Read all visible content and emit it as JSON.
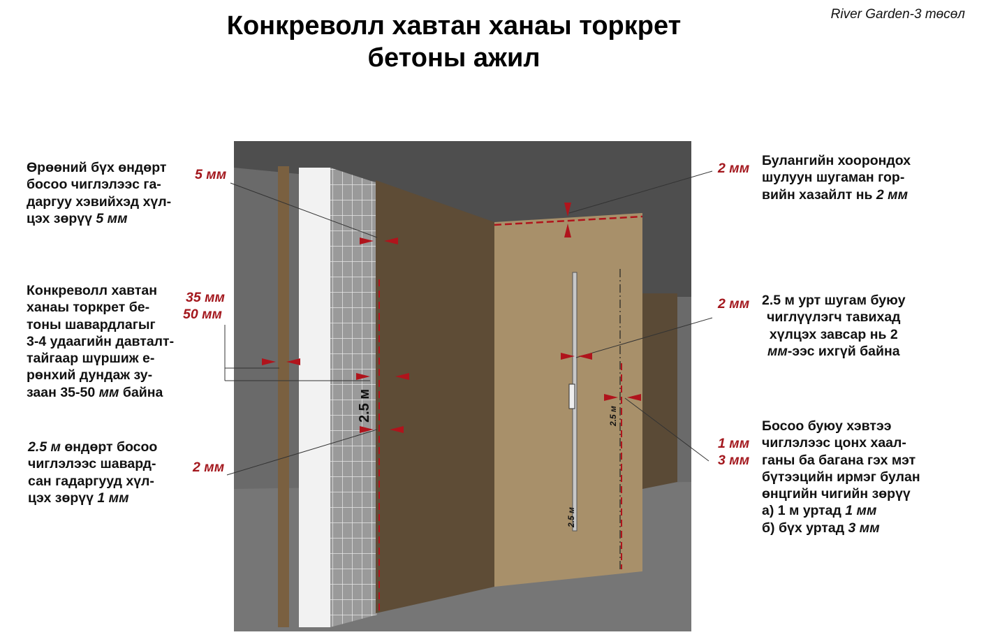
{
  "title": {
    "line1": "Конкреволл хавтан ханаы торкрет",
    "line2": "бетоны ажил"
  },
  "project": "River Garden-3 төсөл",
  "left_notes": [
    {
      "lines": [
        "Өрөөний бүх өндөрт",
        "босоо чиглэлээс га-",
        "даргуу хэвийхэд хүл-",
        "цэх зөрүү "
      ],
      "italic_tail": "5 мм"
    },
    {
      "lines": [
        "Конкреволл хавтан",
        "ханаы торкрет бе-",
        "тоны шавардлагыг",
        "3-4 удаагийн давталт-",
        "тайгаар шүршиж е-",
        "рөнхий дундаж зу-",
        "заан 35-50 "
      ],
      "italic_tail": "мм",
      "tail_after": " байна"
    },
    {
      "italic_head": "2.5 м",
      "lines": [
        " өндөрт босоо",
        "чиглэлээс шавард-",
        "сан гадаргууд хүл-",
        "цэх зөрүү "
      ],
      "italic_tail": "1 мм"
    }
  ],
  "right_notes": [
    {
      "lines": [
        "Булангийн хоорондох",
        "шулуун шугаман гор-",
        "вийн хазайлт нь "
      ],
      "italic_tail": "2 мм"
    },
    {
      "lines": [
        "2.5 м урт шугам буюу",
        "чиглүүлэгч тавихад",
        "хүлцэх завсар нь 2"
      ],
      "italic_head": "мм",
      "tail_after": "-ээс ихгүй байна"
    },
    {
      "lines": [
        "Босоо буюу хэвтээ",
        "чиглэлээс цонх хаал-",
        "ганы ба багана гэх мэт",
        "бүтээцийн ирмэг булан",
        "өнцгийн чигийн зөрүү",
        "а) 1 м уртад ",
        "б) бүх уртад "
      ],
      "italic_a": "1 мм",
      "italic_b": "3 мм"
    }
  ],
  "dimension_labels": {
    "left_5mm": "5 мм",
    "left_35mm": "35 мм",
    "left_50mm": "50 мм",
    "left_2mm": "2 мм",
    "right_2mm_top": "2 мм",
    "right_2mm_mid": "2 мм",
    "right_1mm": "1 мм",
    "right_3mm": "3 мм",
    "rule_2_5m_left": "2.5 м",
    "rule_2_5m_center": "2.5 м",
    "rule_2_5m_right": "2.5 м"
  },
  "colors": {
    "accent_red": "#a3171d",
    "ceiling": "#545454",
    "panel_dark": "#5e4c36",
    "panel_light": "#a8906a"
  }
}
